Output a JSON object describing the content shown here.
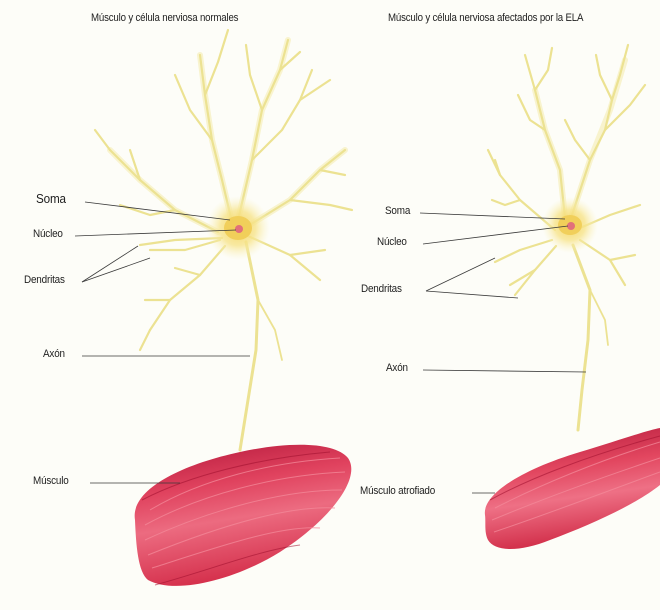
{
  "left_panel": {
    "title": "Músculo y célula nerviosa normales",
    "labels": {
      "soma": "Soma",
      "nucleus": "Núcleo",
      "dendrites": "Dendritas",
      "axon": "Axón",
      "muscle": "Músculo"
    }
  },
  "right_panel": {
    "title": "Músculo y célula nerviosa afectados por la ELA",
    "labels": {
      "soma": "Soma",
      "nucleus": "Núcleo",
      "dendrites": "Dendritas",
      "axon": "Axón",
      "muscle": "Músculo atrofiado"
    }
  },
  "colors": {
    "background": "#fdfdf8",
    "neuron": "#efe79a",
    "neuron_glow": "#f6f0b8",
    "soma_core": "#f3d76a",
    "nucleus": "#e2707a",
    "muscle": "#d42a45",
    "muscle_light": "#f07083",
    "muscle_dark": "#a01030",
    "leader_line": "#333333"
  }
}
